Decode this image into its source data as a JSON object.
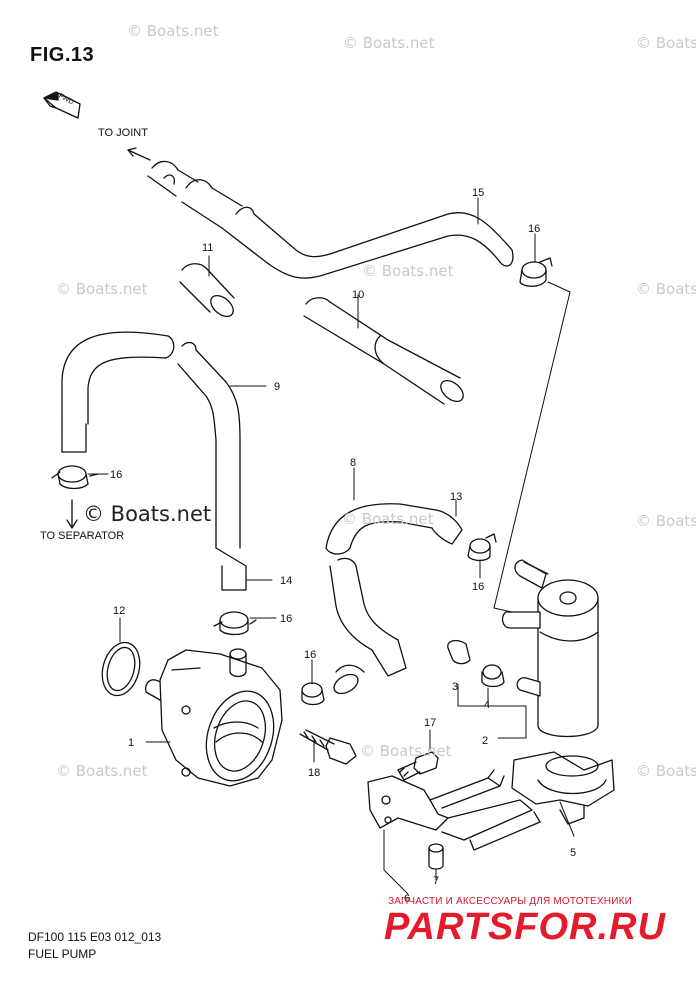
{
  "figure": {
    "title": "FIG.13"
  },
  "directions": {
    "to_joint": "TO JOINT",
    "to_separator": "TO SEPARATOR",
    "fwd": "FWD"
  },
  "callouts": [
    "1",
    "2",
    "3",
    "4",
    "5",
    "6",
    "7",
    "8",
    "9",
    "10",
    "11",
    "12",
    "13",
    "14",
    "15",
    "16",
    "17",
    "18"
  ],
  "watermark": {
    "text": "© Boats.net",
    "main": "© Boats.net"
  },
  "footer": {
    "code": "DF100 115 E03 012_013",
    "name": "FUEL PUMP"
  },
  "brand": {
    "tagline": "ЗАПЧАСТИ И АКСЕССУАРЫ ДЛЯ МОТОТЕХНИКИ",
    "logo": "PARTSFOR.RU"
  }
}
